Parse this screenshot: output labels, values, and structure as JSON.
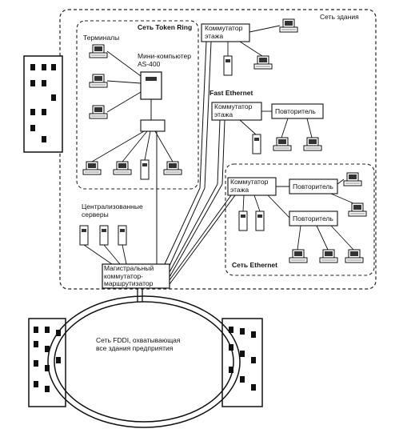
{
  "labels": {
    "building_network": "Сеть здания",
    "token_ring": "Сеть Token Ring",
    "terminals": "Терминалы",
    "minicomputer": "Мини-компьютер AS-400",
    "floor_switch_1": "Коммутатор этажа",
    "fast_ethernet": "Fast Ethernet",
    "floor_switch_2": "Коммутатор этажа",
    "repeater_1": "Повторитель",
    "floor_switch_3": "Коммутатор этажа",
    "repeater_2": "Повторитель",
    "repeater_3": "Повторитель",
    "centralized_servers": "Централизованные серверы",
    "ethernet": "Сеть Ethernet",
    "backbone_router": "Магистральный коммутатор-маршрутизатор",
    "fddi": "Сеть FDDI, охватывающая все здания предприятия"
  },
  "icons": [
    "building-icon",
    "workstation-icon",
    "server-icon",
    "mainframe-icon",
    "hub-icon"
  ]
}
